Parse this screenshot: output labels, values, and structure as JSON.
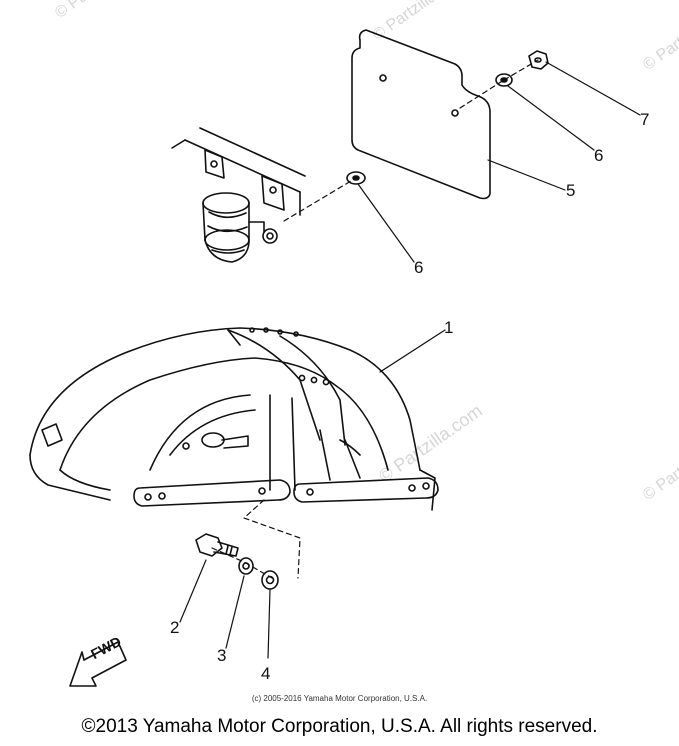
{
  "watermarks": [
    {
      "text": "© Partzilla.com"
    },
    {
      "text": "© Partzilla.com"
    },
    {
      "text": "© Partzilla.com"
    },
    {
      "text": "© Partzilla.com"
    },
    {
      "text": "© Partzilla.com"
    }
  ],
  "callouts": {
    "p1": "1",
    "p2": "2",
    "p3": "3",
    "p4": "4",
    "p5": "5",
    "p6a": "6",
    "p6b": "6",
    "p7": "7"
  },
  "fwd_label": "FWD",
  "small_copyright": "(c) 2005-2016 Yamaha Motor Corporation, U.S.A.",
  "footer_copyright": "©2013 Yamaha Motor Corporation, U.S.A. All rights reserved."
}
